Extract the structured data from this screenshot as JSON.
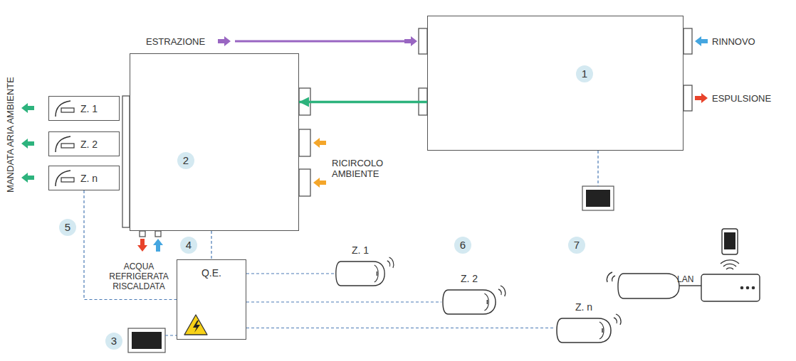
{
  "diagram": {
    "nodes": [
      {
        "text": [
          "1"
        ]
      },
      {
        "text": [
          "2"
        ]
      },
      {
        "text": [
          "Z. 1"
        ]
      },
      {
        "text": [
          "Z. 2"
        ]
      },
      {
        "text": [
          "Z. n"
        ]
      },
      {
        "text": [
          "Q.E."
        ]
      },
      {
        "text": [
          "Z. 1"
        ]
      },
      {
        "text": [
          "Z. 2"
        ]
      },
      {
        "text": [
          "Z. n"
        ]
      }
    ],
    "edges": [
      {
        "from": 0,
        "to": 1,
        "arrow": "to"
      },
      {
        "from": 1,
        "to": 5,
        "arrow": "none"
      },
      {
        "from": 4,
        "to": 5,
        "arrow": "none"
      },
      {
        "from": 5,
        "to": 6,
        "arrow": "none"
      },
      {
        "from": 5,
        "to": 7,
        "arrow": "none"
      },
      {
        "from": 5,
        "to": 8,
        "arrow": "none"
      }
    ],
    "labels": [
      "ESTRAZIONE",
      "RINNOVO",
      "ESPULSIONE",
      "RICIRCOLO AMBIENTE",
      "MANDATA ARIA AMBIENTE",
      "5",
      "ACQUA REFRIGERATA RISCALDATA",
      "4",
      "3",
      "6",
      "7",
      "LAN"
    ]
  }
}
